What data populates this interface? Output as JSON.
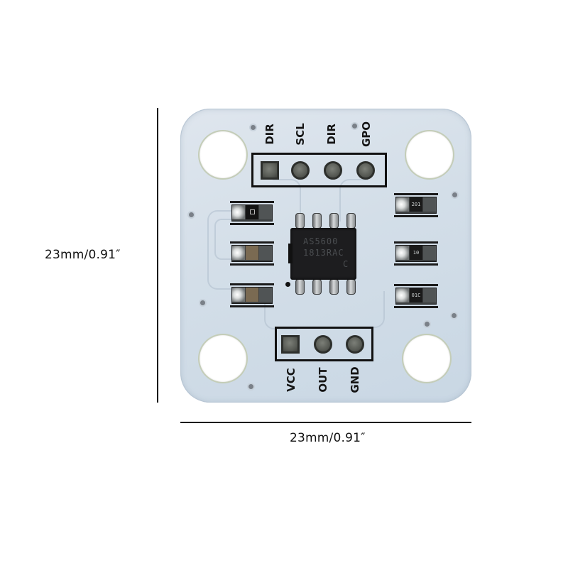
{
  "figure": {
    "type": "product-photo-with-dimensions",
    "subject": "AS5600 magnetic encoder breakout board"
  },
  "dimensions": {
    "height_label": "23mm/0.91″",
    "width_label": "23mm/0.91″"
  },
  "board": {
    "color": "#d5dfe9",
    "silkscreen_color": "#151515",
    "top_header": {
      "pins": [
        {
          "label": "DIR",
          "shape": "square"
        },
        {
          "label": "SCL",
          "shape": "round"
        },
        {
          "label": "DIR",
          "shape": "round"
        },
        {
          "label": "GPO",
          "shape": "round"
        }
      ]
    },
    "bottom_header": {
      "pins": [
        {
          "label": "VCC",
          "shape": "square"
        },
        {
          "label": "OUT",
          "shape": "round"
        },
        {
          "label": "GND",
          "shape": "round"
        }
      ]
    },
    "chip": {
      "line1": "AS5600",
      "line2": "1813RAC",
      "line3": "C",
      "package": "SOIC-8"
    },
    "left_components": [
      {
        "type": "diode",
        "marking": ""
      },
      {
        "type": "capacitor",
        "marking": ""
      },
      {
        "type": "capacitor",
        "marking": ""
      }
    ],
    "right_components": [
      {
        "type": "resistor",
        "marking": "201"
      },
      {
        "type": "resistor",
        "marking": "10"
      },
      {
        "type": "resistor",
        "marking": "01C"
      }
    ],
    "mounting_holes": 4
  }
}
